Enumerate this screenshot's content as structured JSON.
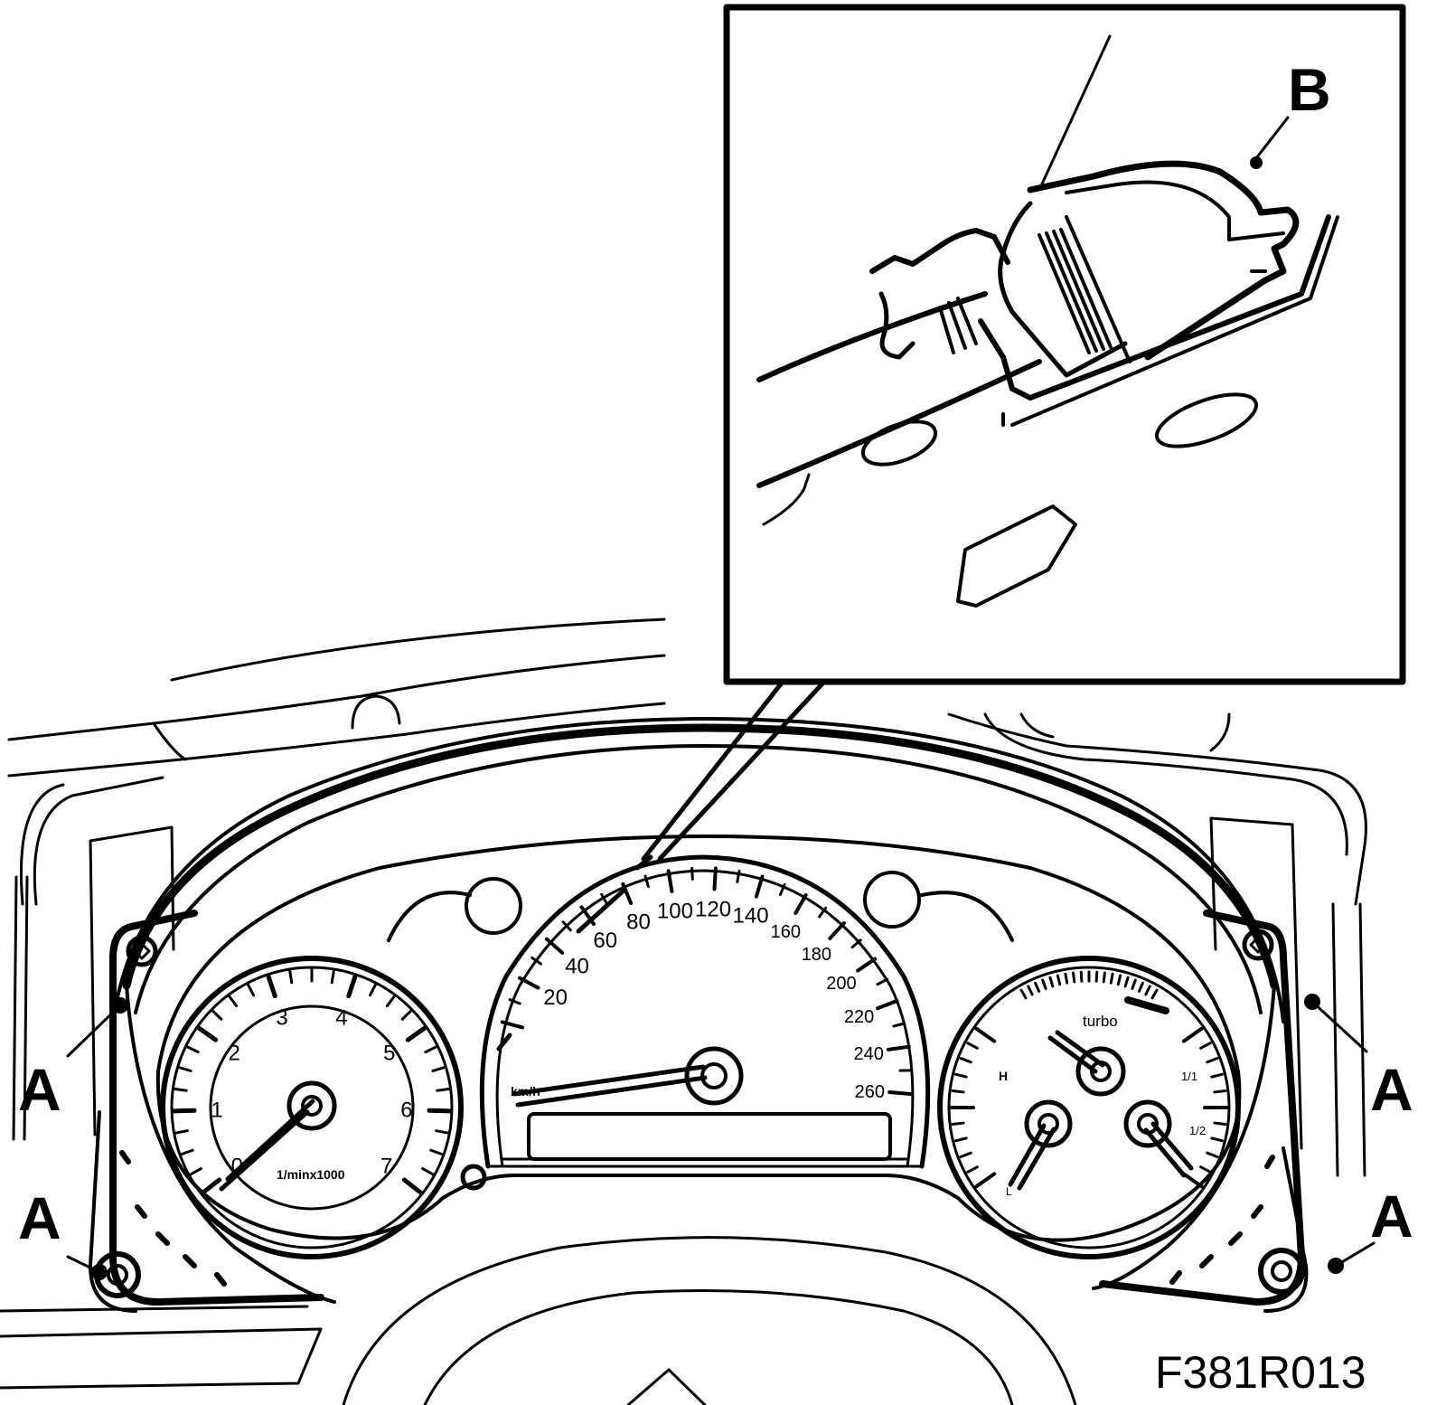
{
  "figure": {
    "id": "F381R013",
    "callouts": {
      "inset": "B",
      "screw": "A"
    }
  },
  "tachometer": {
    "ticks": [
      "0",
      "1",
      "2",
      "3",
      "4",
      "5",
      "6",
      "7"
    ],
    "unit": "1/minx1000"
  },
  "speedometer": {
    "ticks": [
      "20",
      "40",
      "60",
      "80",
      "100",
      "120",
      "140",
      "160",
      "180",
      "200",
      "220",
      "240",
      "260"
    ],
    "unit": "km/h"
  },
  "aux_gauge": {
    "turbo_label": "turbo",
    "temp_high": "H",
    "temp_low": "L",
    "fuel_full": "1/1",
    "fuel_half": "1/2"
  }
}
